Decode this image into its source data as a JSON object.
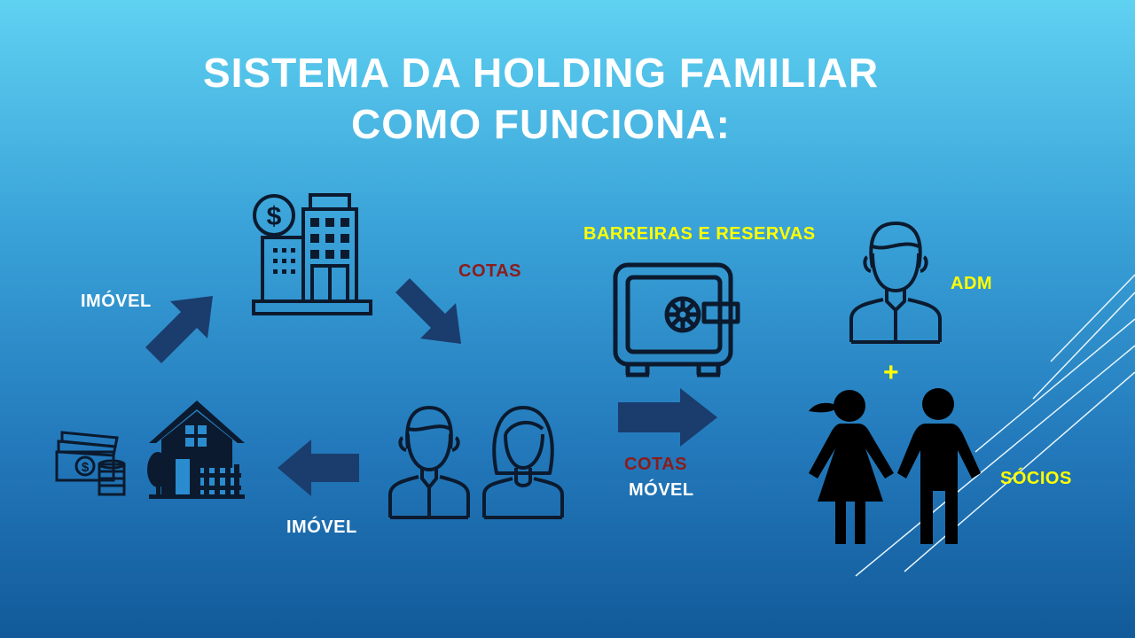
{
  "slide": {
    "title_line1": "SISTEMA DA HOLDING FAMILIAR",
    "title_line2": "COMO FUNCIONA:"
  },
  "labels": {
    "imovel_top": "IMÓVEL",
    "cotas_top": "COTAS",
    "barreiras": "BARREIRAS E RESERVAS",
    "adm": "ADM",
    "plus": "+",
    "socios": "SÓCIOS",
    "imovel_bottom": "IMÓVEL",
    "cotas_bottom": "COTAS",
    "movel": "MÓVEL"
  },
  "colors": {
    "white": "#ffffff",
    "yellow": "#ffff00",
    "dark_red": "#8b1c1c",
    "arrow_navy": "#1a3d6e",
    "icon_dark": "#0b1a2e"
  }
}
